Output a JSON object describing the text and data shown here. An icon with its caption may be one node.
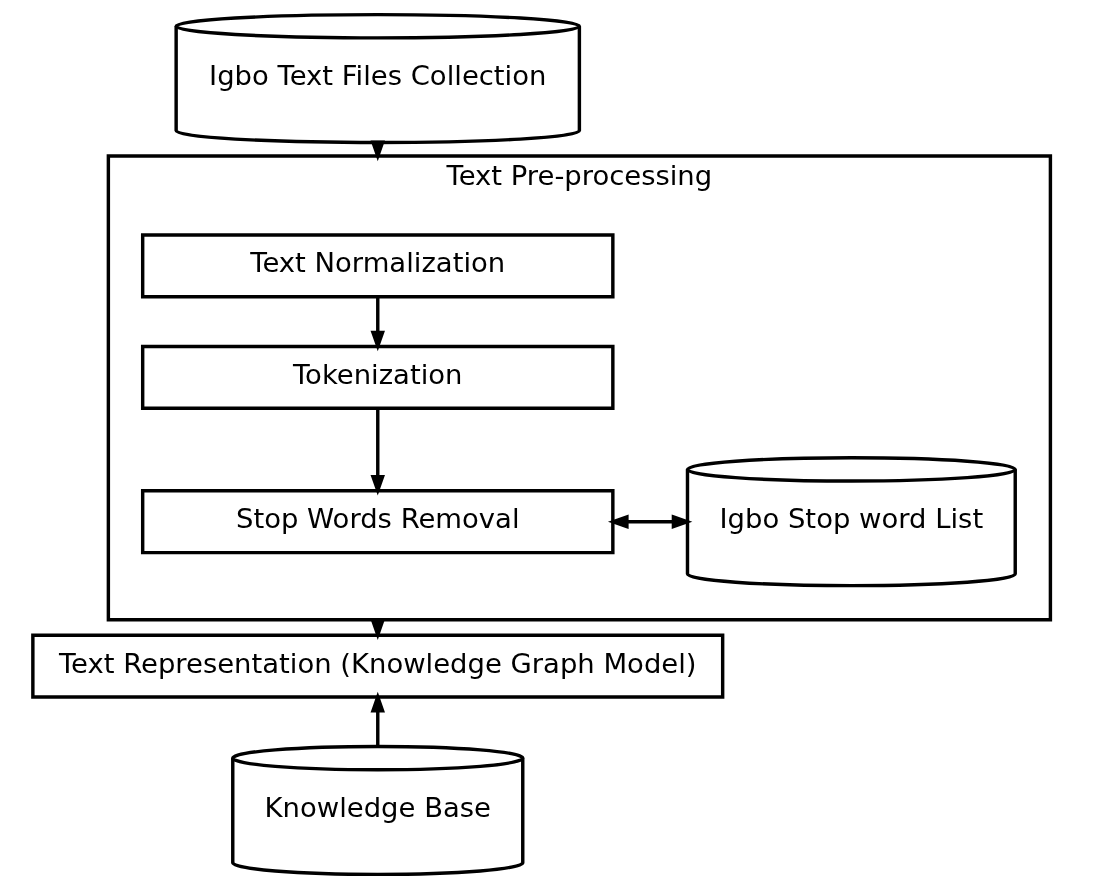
{
  "diagram": {
    "nodes": [
      {
        "text": [
          "Igbo Text Files Collection"
        ]
      },
      {
        "text": [
          "Text Pre-processing"
        ]
      },
      {
        "text": [
          "Text Normalization"
        ],
        "in": 1
      },
      {
        "text": [
          "Tokenization"
        ],
        "in": 1
      },
      {
        "text": [
          "Stop Words Removal"
        ],
        "in": 1
      },
      {
        "text": [
          "Igbo Stop word List"
        ],
        "in": 1
      },
      {
        "text": [
          "Text Representation (Knowledge Graph Model)"
        ]
      },
      {
        "text": [
          "Knowledge Base"
        ]
      }
    ],
    "edges": [
      {
        "from": 0,
        "to": 1,
        "arrow": "to"
      },
      {
        "from": 2,
        "to": 3,
        "arrow": "to"
      },
      {
        "from": 3,
        "to": 4,
        "arrow": "to"
      },
      {
        "from": 4,
        "to": 5,
        "arrow": "both"
      },
      {
        "from": 1,
        "to": 6,
        "arrow": "to"
      },
      {
        "from": 7,
        "to": 6,
        "arrow": "to"
      }
    ]
  }
}
